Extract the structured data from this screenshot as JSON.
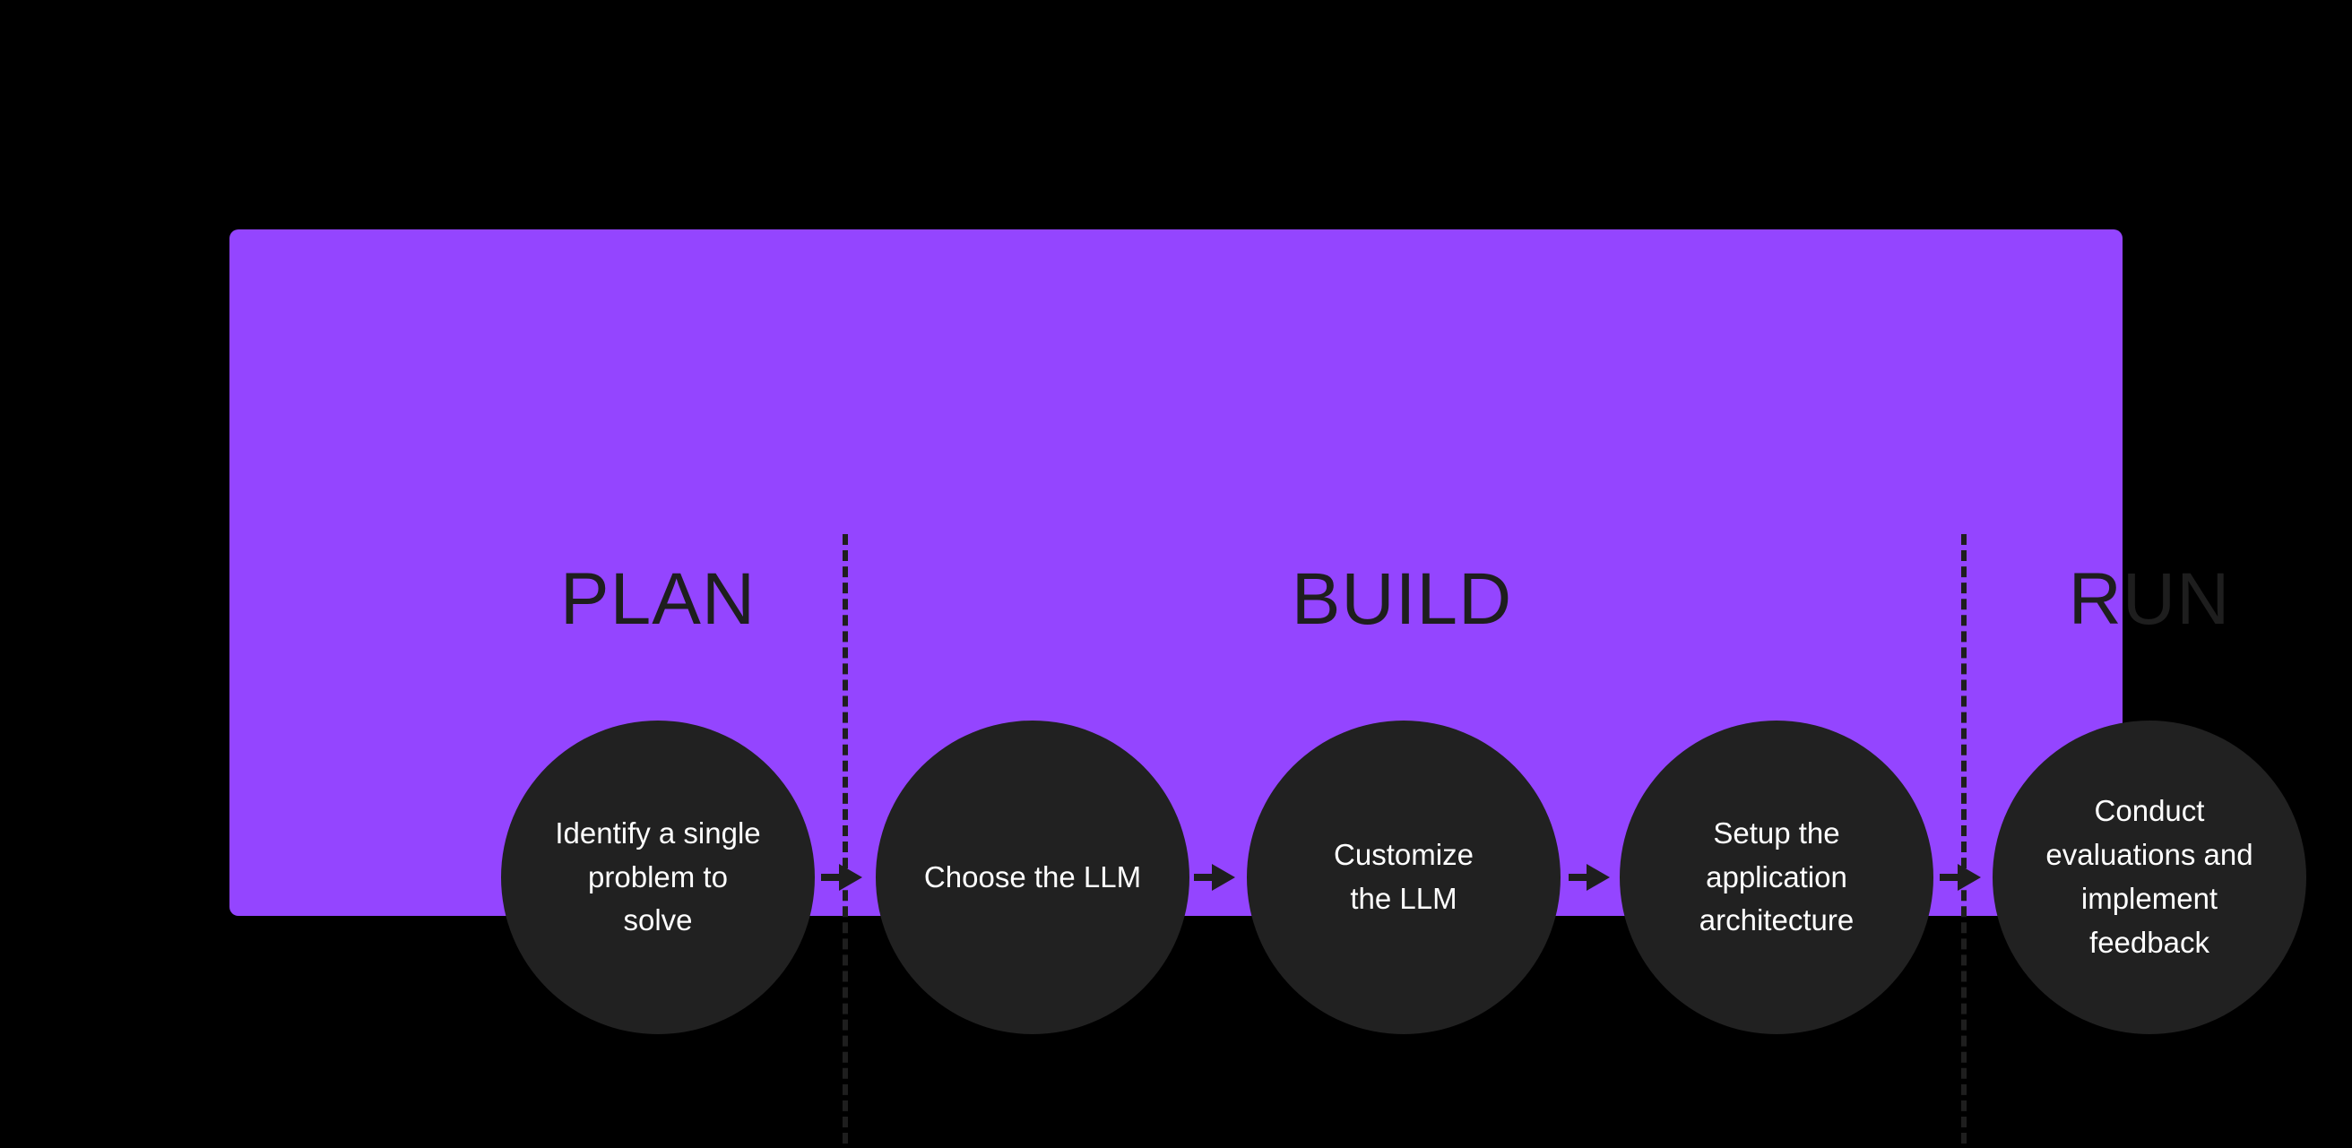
{
  "canvas": {
    "background_color": "#000000",
    "panel_color": "#9445FF",
    "node_color": "#212121",
    "node_text_color": "#FFFFFF",
    "heading_text_color": "#1E1E1E",
    "divider_color": "#1E1E1E",
    "arrow_color": "#1E1E1E"
  },
  "diagram": {
    "type": "process-flow",
    "phases": [
      {
        "id": "plan",
        "label": "PLAN"
      },
      {
        "id": "build",
        "label": "BUILD"
      },
      {
        "id": "run",
        "label": "RUN"
      }
    ],
    "dividers": [
      {
        "id": "divider-1",
        "style": "dashed",
        "between": "PLAN / BUILD"
      },
      {
        "id": "divider-2",
        "style": "dashed",
        "between": "BUILD / RUN"
      }
    ],
    "steps": [
      {
        "id": "step-1",
        "phase": "plan",
        "label": "Identify a single problem to solve"
      },
      {
        "id": "step-2",
        "phase": "build",
        "label": "Choose the LLM"
      },
      {
        "id": "step-3",
        "phase": "build",
        "label": "Customize the LLM"
      },
      {
        "id": "step-4",
        "phase": "build",
        "label": "Setup the application architecture"
      },
      {
        "id": "step-5",
        "phase": "run",
        "label": "Conduct evaluations and implement feedback"
      }
    ],
    "connectors": [
      {
        "id": "arrow-1",
        "icon": "arrow-right-icon",
        "from": "step-1",
        "to": "step-2"
      },
      {
        "id": "arrow-2",
        "icon": "arrow-right-icon",
        "from": "step-2",
        "to": "step-3"
      },
      {
        "id": "arrow-3",
        "icon": "arrow-right-icon",
        "from": "step-3",
        "to": "step-4"
      },
      {
        "id": "arrow-4",
        "icon": "arrow-right-icon",
        "from": "step-4",
        "to": "step-5"
      }
    ]
  }
}
